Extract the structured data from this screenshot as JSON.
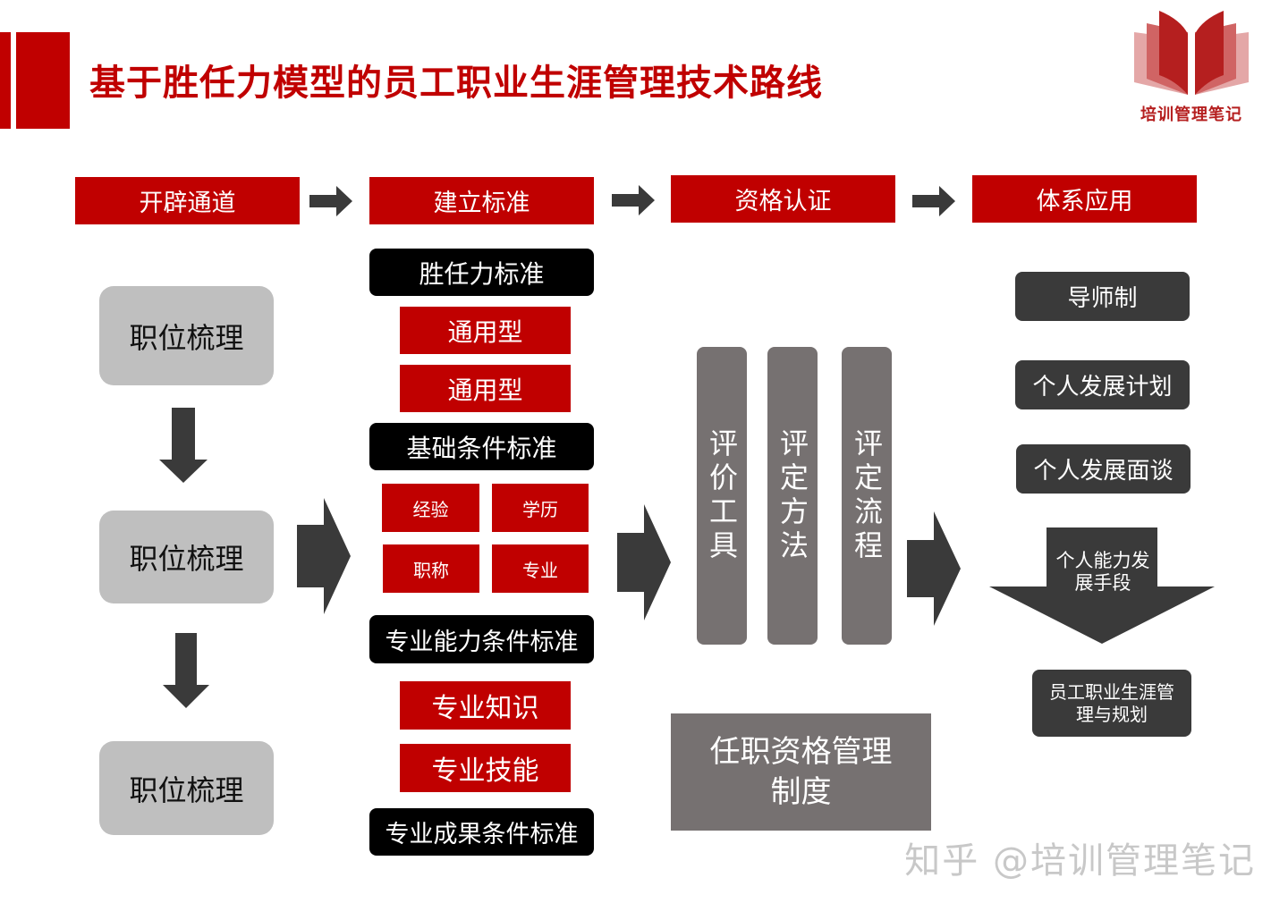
{
  "title": "基于胜任力模型的员工职业生涯管理技术路线",
  "logo": {
    "text": "培训管理笔记",
    "icon": "open-book-icon"
  },
  "stages": [
    "开辟通道",
    "建立标准",
    "资格认证",
    "体系应用"
  ],
  "channel": {
    "items": [
      "职位梳理",
      "职位梳理",
      "职位梳理"
    ]
  },
  "standards": {
    "competency": {
      "header": "胜任力标准",
      "items": [
        "通用型",
        "通用型"
      ]
    },
    "basic": {
      "header": "基础条件标准",
      "items": [
        "经验",
        "学历",
        "职称",
        "专业"
      ]
    },
    "ability": {
      "header": "专业能力条件标准",
      "items": [
        "专业知识",
        "专业技能"
      ]
    },
    "achievement": {
      "header": "专业成果条件标准"
    }
  },
  "certification": {
    "columns": [
      "评价工具",
      "评定方法",
      "评定流程"
    ],
    "system": "任职资格管理制度"
  },
  "application": {
    "items": [
      "导师制",
      "个人发展计划",
      "个人发展面谈"
    ],
    "arrow_label": "个人能力发展手段",
    "result": "员工职业生涯管理与规划"
  },
  "watermark": "知乎 @培训管理笔记",
  "colors": {
    "brand_red": "#c00000",
    "dark": "#3a3a3a",
    "taupe": "#767171",
    "light_grey": "#bfbfbf"
  }
}
